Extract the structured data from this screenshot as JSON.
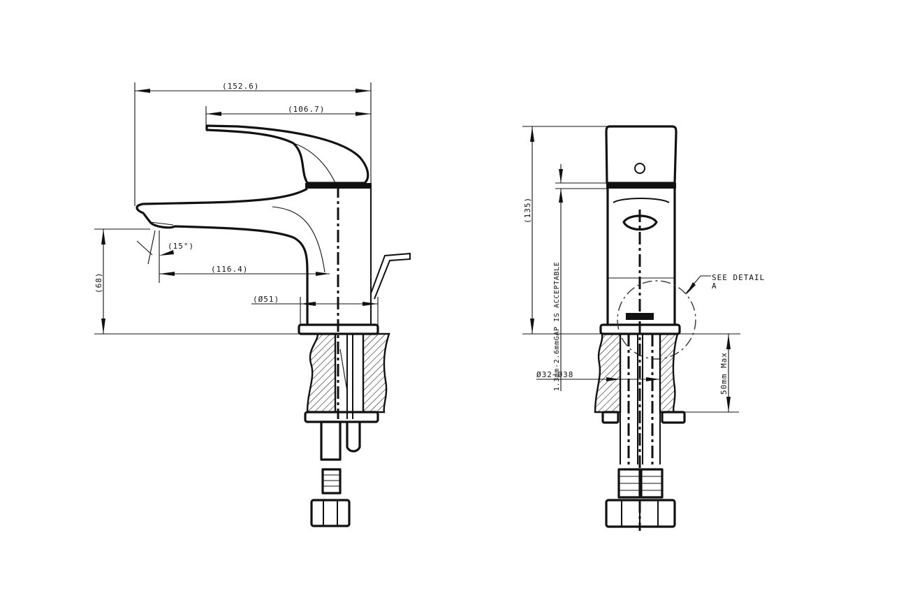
{
  "drawing": {
    "side_view": {
      "overall_length": "(152.6)",
      "handle_length": "(106.7)",
      "spout_angle": "(15°)",
      "spout_reach": "(116.4)",
      "base_diameter": "(Ø51)",
      "spout_height": "(68)"
    },
    "front_view": {
      "overall_height": "(135)",
      "gap_note": "1.3mm-2.6mmGAP IS ACCEPTABLE",
      "hole_diameter": "Ø32~Ø38",
      "see_detail_line1": "SEE DETAIL",
      "see_detail_line2": "A",
      "counter_thickness": "50mm Max"
    }
  }
}
